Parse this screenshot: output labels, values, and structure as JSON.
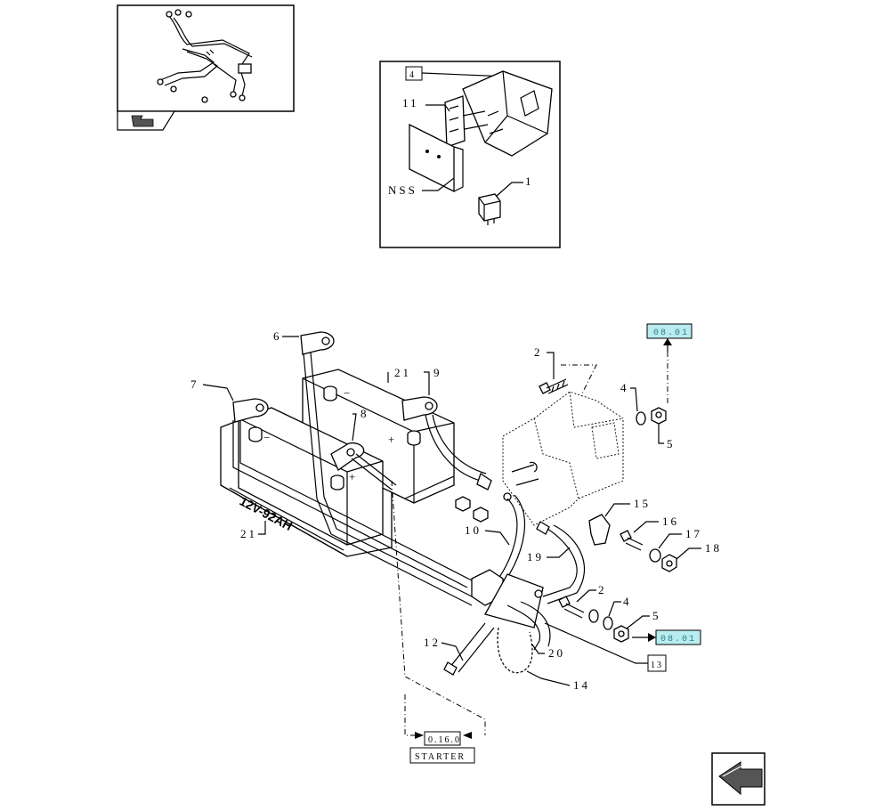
{
  "labels": {
    "ref_box_inset": "4",
    "c11": "11",
    "nss": "NSS",
    "c1": "1",
    "c6": "6",
    "c7": "7",
    "c21a": "21",
    "c9": "9",
    "c8": "8",
    "c21b": "21",
    "battery_rating": "12V-92AH",
    "minus": "−",
    "plus": "+",
    "c2a": "2",
    "c4a": "4",
    "c5a": "5",
    "c10": "10",
    "c15": "15",
    "c16": "16",
    "c17": "17",
    "c18": "18",
    "c19": "19",
    "c2b": "2",
    "c4b": "4",
    "c5b": "5",
    "c12": "12",
    "c20": "20",
    "c14": "14",
    "c13": "13"
  },
  "refs": {
    "top_ref": "08.01",
    "bottom_ref": "08.01",
    "starter_code": "0.16.0",
    "starter_label": "STARTER"
  },
  "colors": {
    "ref_fill": "#b9ecef",
    "ref_text": "#2a7f8a",
    "line": "#000000"
  },
  "icons": [
    "harness-thumbnail",
    "nav-arrow-icon",
    "back-arrow-icon"
  ]
}
